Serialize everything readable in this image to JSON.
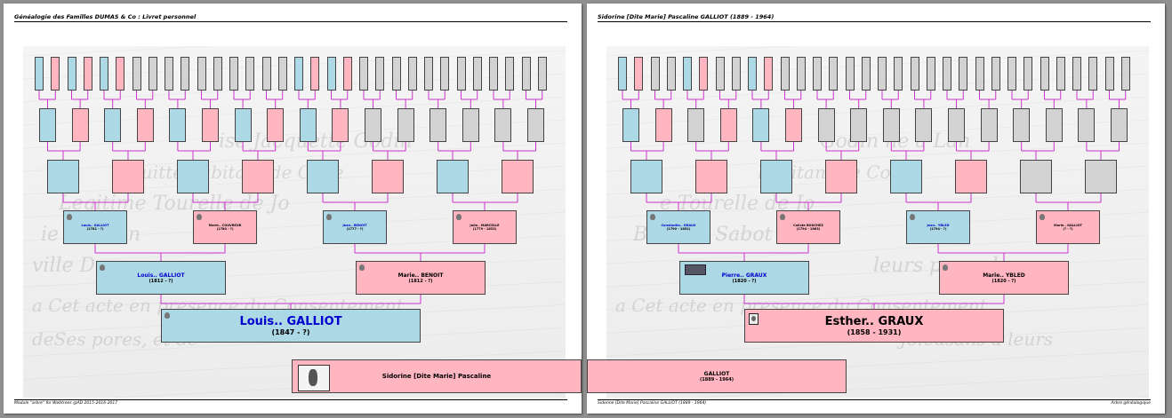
{
  "left": {
    "header": "Généalogie des Familles DUMAS & Co : Livret personnel",
    "footer_left": "Module \"arbre\" for Webtrees @AD 2015-2016-2017",
    "footer_right": "",
    "root": {
      "name": "Louis..  GALLIOT",
      "dates": "(1847 -  ?)"
    },
    "parents": [
      {
        "name": "Louis..  GALLIOT",
        "dates": "(1812 -  ?)"
      },
      {
        "name": "Marie..  BENOIT",
        "dates": "(1812 -  ?)"
      }
    ],
    "grandparents": [
      {
        "name": "Louis..  GALLIOT",
        "dates": "(1781 -  ?)"
      },
      {
        "name": "Marie..  COUVREUR",
        "dates": "(1780 -  ?)"
      },
      {
        "name": "Jean..  BENOIT",
        "dates": "(1777 -  ?)"
      },
      {
        "name": "Julie..  MARCELLE",
        "dates": "(1779 - 1833)"
      }
    ]
  },
  "right": {
    "header": "Sidorine [Dite Marie] Pascaline GALLIOT (1889 - 1964)",
    "footer_left": "Sidorine [Dite Marie] Pascaline GALLIOT (1889 - 1964)",
    "footer_right": "Arbre généalogique",
    "root": {
      "name": "Esther..  GRAUX",
      "dates": "(1858 - 1931)"
    },
    "parents": [
      {
        "name": "Pierre..  GRAUX",
        "dates": "(1820 -  ?)"
      },
      {
        "name": "Marie..  YBLED",
        "dates": "(1820 -  ?)"
      }
    ],
    "grandparents": [
      {
        "name": "Constantin..  GRAUX",
        "dates": "(1790 - 1852)"
      },
      {
        "name": "Calixte  BOUCHEZ",
        "dates": "(1794 - 1863)"
      },
      {
        "name": "Jean..  YBLED",
        "dates": "(1794 -  ?)"
      },
      {
        "name": "Marie..  GALLIOT",
        "dates": "(? -  ?)"
      }
    ]
  },
  "subject": {
    "name": "Sidorine [Dite Marie] Pascaline",
    "surname": "GALLIOT",
    "dates": "(1889 - 1964)"
  },
  "colors": {
    "male": "#add8e6",
    "female": "#ffb6c1",
    "unknown": "#d3d3d3",
    "line": "#cc33cc"
  }
}
